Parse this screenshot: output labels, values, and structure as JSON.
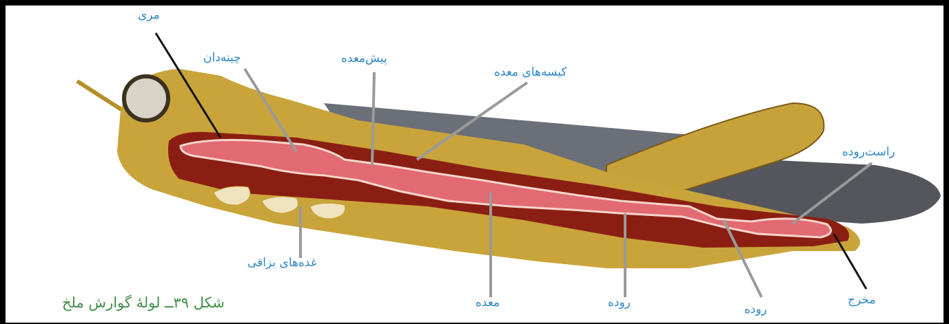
{
  "labels": {
    "esophagus": "مری",
    "crop": "چینه‌دان",
    "proventriculus": "پیش‌معده",
    "gastric_caeca": "کیسه‌های معده",
    "rectum": "راست‌روده",
    "salivary_glands": "غده‌های بزاقی",
    "stomach": "معده",
    "intestine_1": "روده",
    "intestine_2": "روده",
    "anus": "مخرج"
  },
  "caption": "شکل ۳۹ــ لولهٔ گوارش ملخ",
  "colors": {
    "label_text": "#2a86c8",
    "caption_text": "#3e8f47",
    "body_yellow": "#c9a43a",
    "body_dark_red": "#8b1e12",
    "gut_pink": "#e26a72",
    "wing_grey": "#55565c"
  }
}
